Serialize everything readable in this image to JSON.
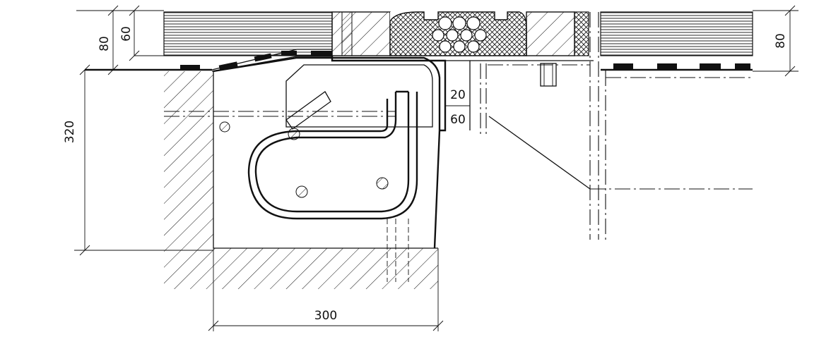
{
  "dimensions": {
    "left_outer_height": "80",
    "left_inner_height": "60",
    "right_height": "80",
    "gap_upper": "20",
    "gap_lower": "60",
    "total_depth": "320",
    "base_width": "300"
  },
  "colors": {
    "ink": "#111111",
    "paper": "#ffffff"
  }
}
